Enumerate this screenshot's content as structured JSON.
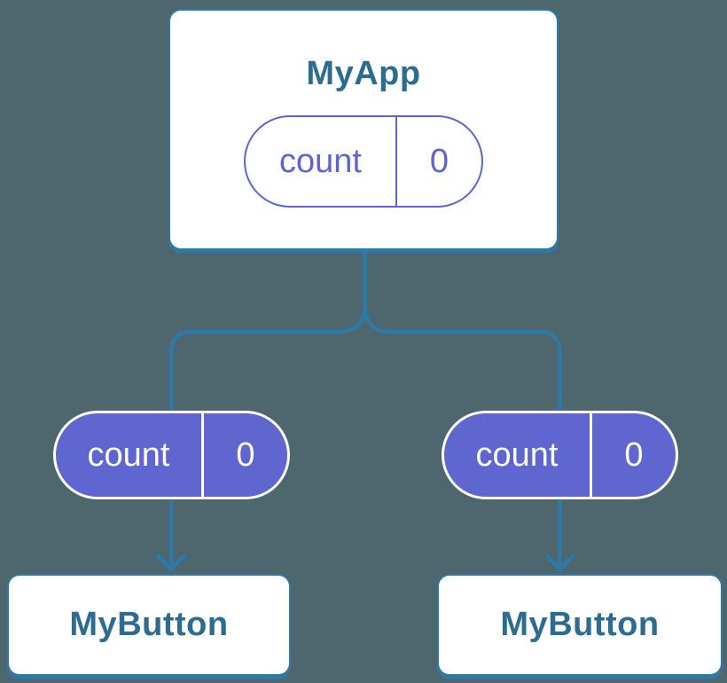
{
  "diagram": {
    "root": {
      "title": "MyApp",
      "state": {
        "name": "count",
        "value": "0"
      }
    },
    "children": [
      {
        "title": "MyButton",
        "state": {
          "name": "count",
          "value": "0"
        }
      },
      {
        "title": "MyButton",
        "state": {
          "name": "count",
          "value": "0"
        }
      }
    ]
  },
  "colors": {
    "background": "#4E666D",
    "connector_line": "#2D79A8",
    "card_border": "#2D79A8",
    "card_text": "#2D6C91",
    "state_pill_fill": "#5F66CF",
    "state_pill_outline": "#5E65D1",
    "card_fill": "#FFFFFF"
  }
}
